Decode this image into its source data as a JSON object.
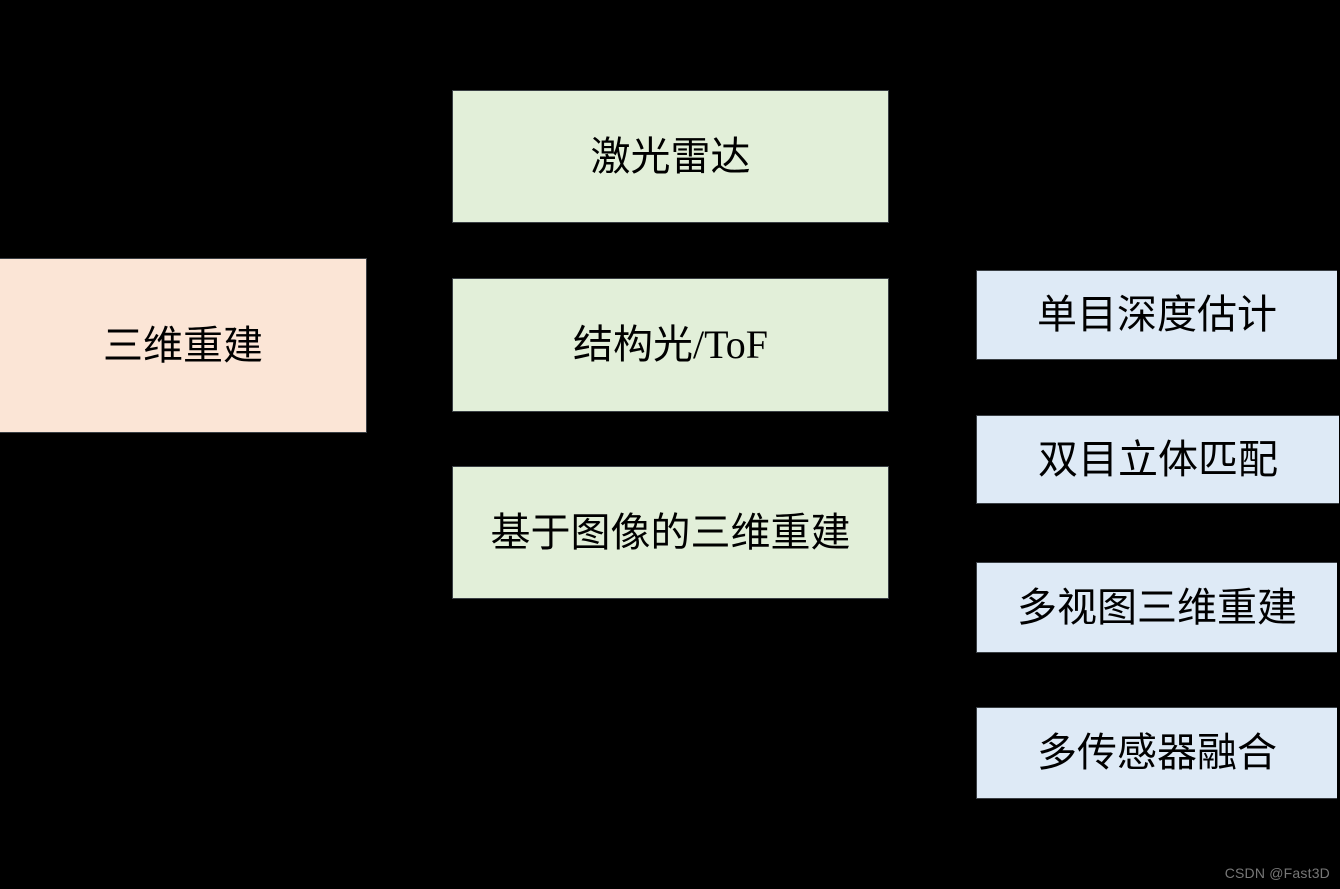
{
  "diagram": {
    "background_color": "#000000",
    "levels": {
      "root": {
        "fill": "#FBE5D6",
        "nodes": [
          {
            "label": "三维重建"
          }
        ]
      },
      "branches": {
        "fill": "#E2EFD9",
        "nodes": [
          {
            "label": "激光雷达"
          },
          {
            "label": "结构光/ToF"
          },
          {
            "label": "基于图像的三维重建"
          }
        ]
      },
      "leaves": {
        "fill": "#DEEAF6",
        "nodes": [
          {
            "label": "单目深度估计"
          },
          {
            "label": "双目立体匹配"
          },
          {
            "label": "多视图三维重建"
          },
          {
            "label": "多传感器融合"
          }
        ]
      }
    }
  },
  "watermark": {
    "text": "CSDN @Fast3D",
    "color": "#777777"
  }
}
